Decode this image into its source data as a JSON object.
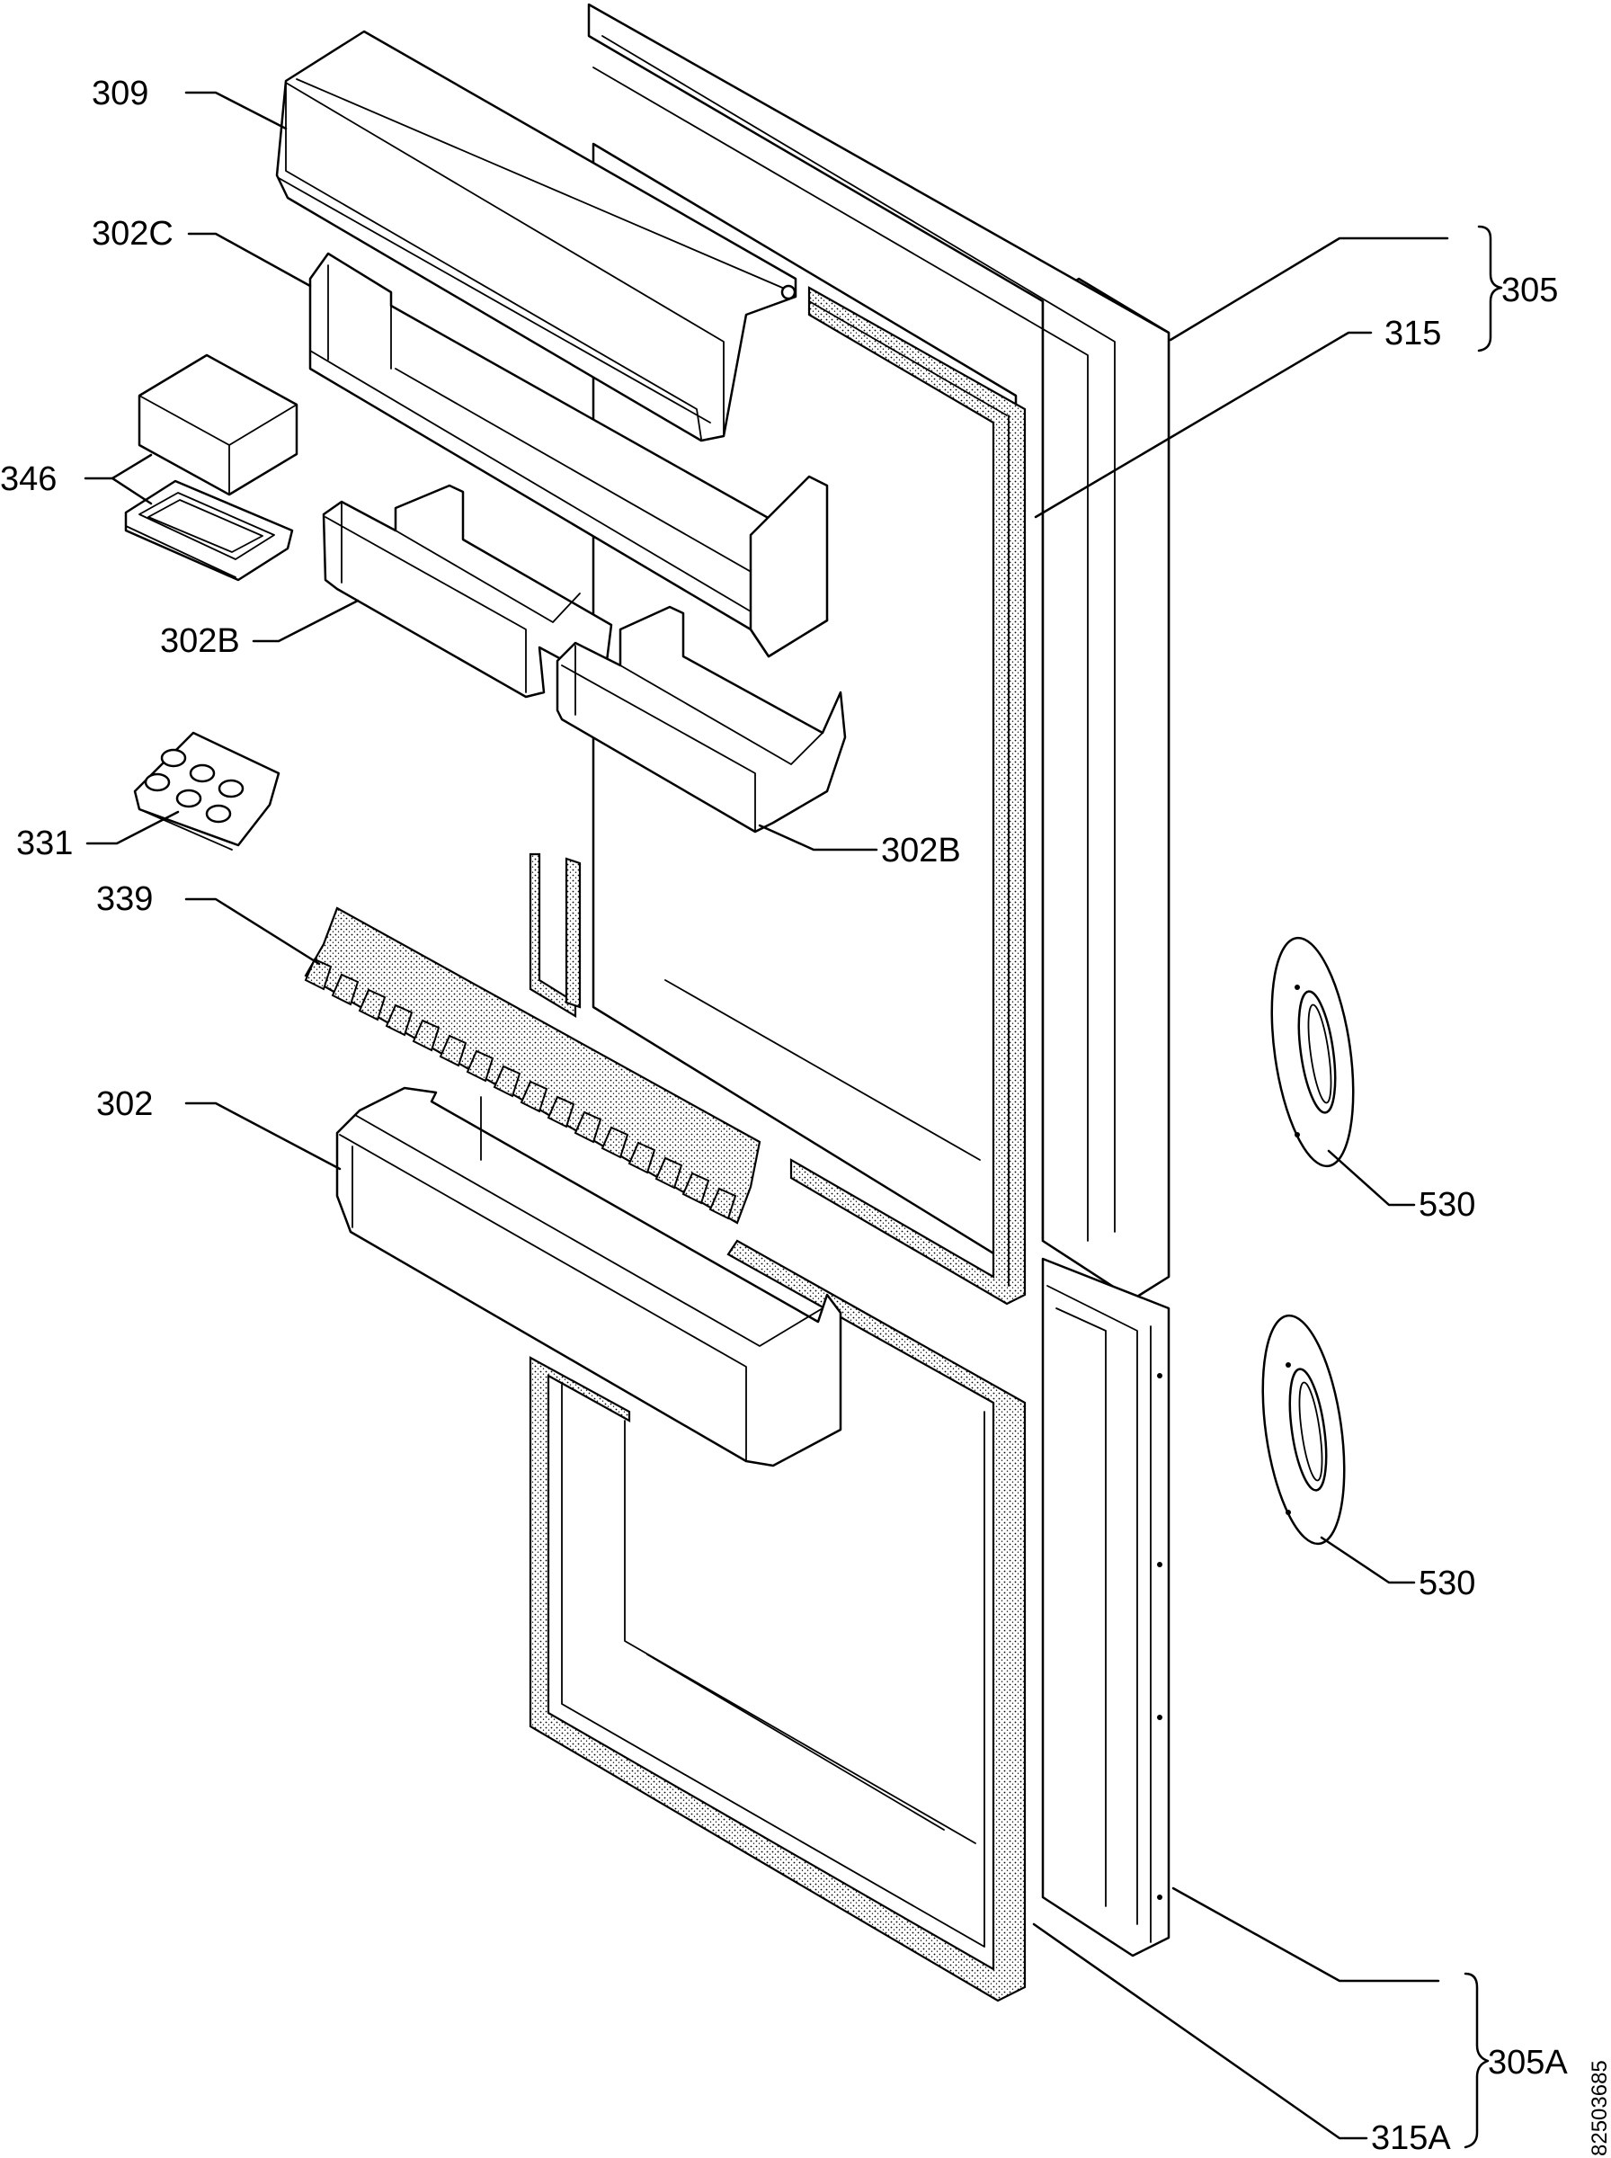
{
  "labels": {
    "l309": "309",
    "l302c": "302C",
    "l346": "346",
    "l302b_left": "302B",
    "l302b_right": "302B",
    "l331": "331",
    "l339": "339",
    "l302": "302",
    "l305": "305",
    "l315": "315",
    "l530_top": "530",
    "l530_bottom": "530",
    "l305a": "305A",
    "l315a": "315A"
  },
  "reference_code": "82503685"
}
